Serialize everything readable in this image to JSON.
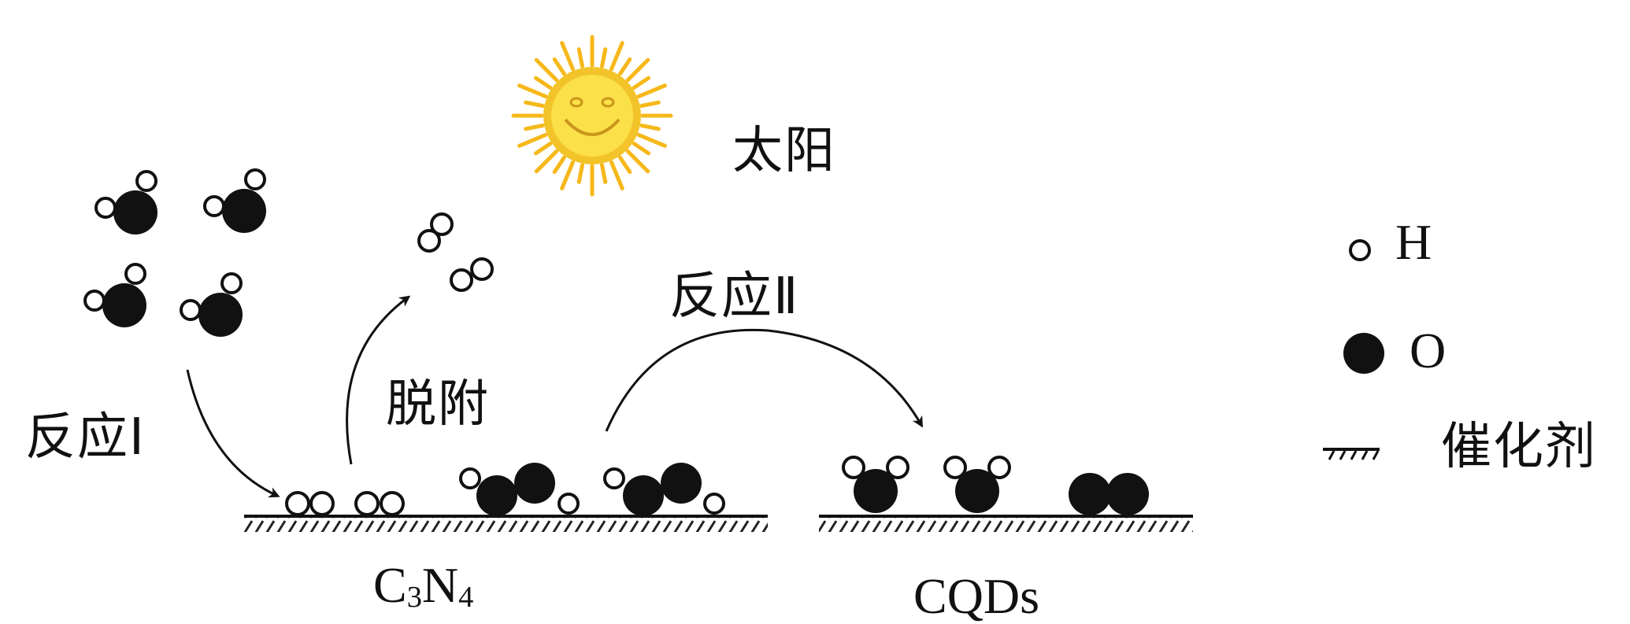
{
  "labels": {
    "sun": "太阳",
    "reaction1": "反应Ⅰ",
    "desorption": "脱附",
    "reaction2": "反应Ⅱ"
  },
  "catalysts": {
    "c3n4": {
      "main": "C",
      "sub1": "3",
      "mid": "N",
      "sub2": "4"
    },
    "cqds": "CQDs"
  },
  "legend": {
    "h": "H",
    "o": "O",
    "catalyst": "催化剂"
  },
  "colors": {
    "oxygen_atom": "#111111",
    "hydrogen_fill": "#ffffff",
    "sun_rays": "#f6b81a",
    "sun_face": "#fbe04a",
    "arrow": "#111111"
  }
}
